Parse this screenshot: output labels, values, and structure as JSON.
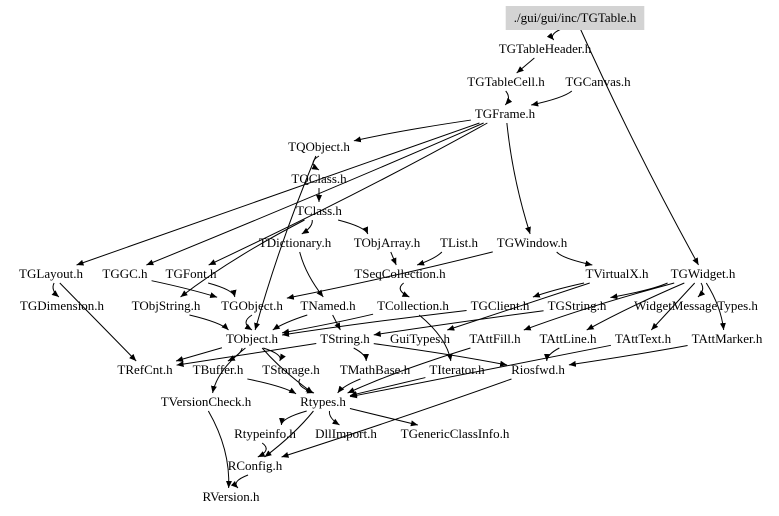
{
  "diagram": {
    "type": "include-dependency-graph",
    "root": "./gui/gui/inc/TGTable.h",
    "colors": {
      "root_fill": "#d3d3d3",
      "edge": "#000000",
      "text": "#000000",
      "background": "#ffffff"
    },
    "nodes": [
      {
        "id": "TGTable",
        "label": "./gui/gui/inc/TGTable.h",
        "highlight": true
      },
      {
        "id": "TGTableHeader",
        "label": "TGTableHeader.h"
      },
      {
        "id": "TGTableCell",
        "label": "TGTableCell.h"
      },
      {
        "id": "TGCanvas",
        "label": "TGCanvas.h"
      },
      {
        "id": "TGFrame",
        "label": "TGFrame.h"
      },
      {
        "id": "TQObject",
        "label": "TQObject.h"
      },
      {
        "id": "TQClass",
        "label": "TQClass.h"
      },
      {
        "id": "TClass",
        "label": "TClass.h"
      },
      {
        "id": "TDictionary",
        "label": "TDictionary.h"
      },
      {
        "id": "TObjArray",
        "label": "TObjArray.h"
      },
      {
        "id": "TList",
        "label": "TList.h"
      },
      {
        "id": "TGWindow",
        "label": "TGWindow.h"
      },
      {
        "id": "TGLayout",
        "label": "TGLayout.h"
      },
      {
        "id": "TGGC",
        "label": "TGGC.h"
      },
      {
        "id": "TGFont",
        "label": "TGFont.h"
      },
      {
        "id": "TSeqCollection",
        "label": "TSeqCollection.h"
      },
      {
        "id": "TVirtualX",
        "label": "TVirtualX.h"
      },
      {
        "id": "TGWidget",
        "label": "TGWidget.h"
      },
      {
        "id": "TGDimension",
        "label": "TGDimension.h"
      },
      {
        "id": "TObjString",
        "label": "TObjString.h"
      },
      {
        "id": "TGObject",
        "label": "TGObject.h"
      },
      {
        "id": "TNamed",
        "label": "TNamed.h"
      },
      {
        "id": "TCollection",
        "label": "TCollection.h"
      },
      {
        "id": "TGClient",
        "label": "TGClient.h"
      },
      {
        "id": "TGString",
        "label": "TGString.h"
      },
      {
        "id": "WidgetMessageTypes",
        "label": "WidgetMessageTypes.h"
      },
      {
        "id": "TObject",
        "label": "TObject.h"
      },
      {
        "id": "TString",
        "label": "TString.h"
      },
      {
        "id": "GuiTypes",
        "label": "GuiTypes.h"
      },
      {
        "id": "TAttFill",
        "label": "TAttFill.h"
      },
      {
        "id": "TAttLine",
        "label": "TAttLine.h"
      },
      {
        "id": "TAttText",
        "label": "TAttText.h"
      },
      {
        "id": "TAttMarker",
        "label": "TAttMarker.h"
      },
      {
        "id": "TRefCnt",
        "label": "TRefCnt.h"
      },
      {
        "id": "TBuffer",
        "label": "TBuffer.h"
      },
      {
        "id": "TStorage",
        "label": "TStorage.h"
      },
      {
        "id": "TMathBase",
        "label": "TMathBase.h"
      },
      {
        "id": "TIterator",
        "label": "TIterator.h"
      },
      {
        "id": "Riosfwd",
        "label": "Riosfwd.h"
      },
      {
        "id": "TVersionCheck",
        "label": "TVersionCheck.h"
      },
      {
        "id": "Rtypes",
        "label": "Rtypes.h"
      },
      {
        "id": "Rtypeinfo",
        "label": "Rtypeinfo.h"
      },
      {
        "id": "DllImport",
        "label": "DllImport.h"
      },
      {
        "id": "TGenericClassInfo",
        "label": "TGenericClassInfo.h"
      },
      {
        "id": "RConfig",
        "label": "RConfig.h"
      },
      {
        "id": "RVersion",
        "label": "RVersion.h"
      }
    ],
    "edges": [
      [
        "TGTable",
        "TGTableHeader"
      ],
      [
        "TGTable",
        "TGWidget"
      ],
      [
        "TGTableHeader",
        "TGTableCell"
      ],
      [
        "TGTableCell",
        "TGFrame"
      ],
      [
        "TGCanvas",
        "TGFrame"
      ],
      [
        "TGFrame",
        "TQObject"
      ],
      [
        "TGFrame",
        "TGWindow"
      ],
      [
        "TGFrame",
        "TGLayout"
      ],
      [
        "TGFrame",
        "TGGC"
      ],
      [
        "TGFrame",
        "TGFont"
      ],
      [
        "TQObject",
        "TQClass"
      ],
      [
        "TQObject",
        "TObject"
      ],
      [
        "TQClass",
        "TClass"
      ],
      [
        "TClass",
        "TDictionary"
      ],
      [
        "TClass",
        "TObjArray"
      ],
      [
        "TClass",
        "TObjString"
      ],
      [
        "TDictionary",
        "TNamed"
      ],
      [
        "TObjArray",
        "TSeqCollection"
      ],
      [
        "TList",
        "TSeqCollection"
      ],
      [
        "TGWindow",
        "TGObject"
      ],
      [
        "TGWindow",
        "TVirtualX"
      ],
      [
        "TGLayout",
        "TGDimension"
      ],
      [
        "TGLayout",
        "TRefCnt"
      ],
      [
        "TGGC",
        "TGObject"
      ],
      [
        "TGFont",
        "TGObject"
      ],
      [
        "TSeqCollection",
        "TCollection"
      ],
      [
        "TVirtualX",
        "TGClient"
      ],
      [
        "TVirtualX",
        "GuiTypes"
      ],
      [
        "TGWidget",
        "WidgetMessageTypes"
      ],
      [
        "TGWidget",
        "TGString"
      ],
      [
        "TGWidget",
        "TAttFill"
      ],
      [
        "TGWidget",
        "TAttLine"
      ],
      [
        "TGWidget",
        "TAttText"
      ],
      [
        "TGWidget",
        "TAttMarker"
      ],
      [
        "TObjString",
        "TObject"
      ],
      [
        "TGObject",
        "TObject"
      ],
      [
        "TNamed",
        "TObject"
      ],
      [
        "TNamed",
        "TString"
      ],
      [
        "TCollection",
        "TObject"
      ],
      [
        "TCollection",
        "TIterator"
      ],
      [
        "TGClient",
        "TObject"
      ],
      [
        "TGString",
        "TString"
      ],
      [
        "TObject",
        "TRefCnt"
      ],
      [
        "TObject",
        "TBuffer"
      ],
      [
        "TObject",
        "TStorage"
      ],
      [
        "TObject",
        "TVersionCheck"
      ],
      [
        "TObject",
        "Rtypes"
      ],
      [
        "TString",
        "TRefCnt"
      ],
      [
        "TString",
        "TMathBase"
      ],
      [
        "TString",
        "Riosfwd"
      ],
      [
        "TAttFill",
        "Rtypes"
      ],
      [
        "TAttLine",
        "Riosfwd"
      ],
      [
        "TAttText",
        "Rtypes"
      ],
      [
        "TAttMarker",
        "Riosfwd"
      ],
      [
        "TBuffer",
        "Rtypes"
      ],
      [
        "TStorage",
        "Rtypes"
      ],
      [
        "TMathBase",
        "Rtypes"
      ],
      [
        "TIterator",
        "Rtypes"
      ],
      [
        "Riosfwd",
        "RConfig"
      ],
      [
        "TVersionCheck",
        "RVersion"
      ],
      [
        "Rtypes",
        "Rtypeinfo"
      ],
      [
        "Rtypes",
        "DllImport"
      ],
      [
        "Rtypes",
        "TGenericClassInfo"
      ],
      [
        "Rtypes",
        "RConfig"
      ],
      [
        "Rtypeinfo",
        "RConfig"
      ],
      [
        "RConfig",
        "RVersion"
      ]
    ]
  }
}
